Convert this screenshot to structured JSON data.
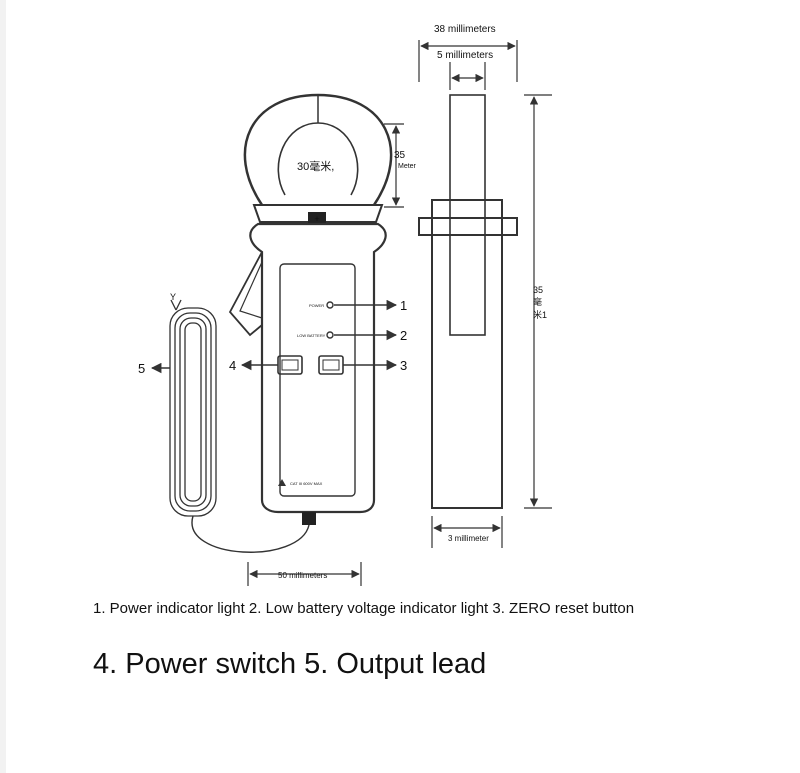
{
  "dimensions": {
    "top_width": "38 millimeters",
    "top_inner": "5 millimeters",
    "jaw_width": "30毫米,",
    "jaw_height_num": "35",
    "jaw_height_unit": "Meter",
    "side_height_num": "35",
    "side_height_cjk1": "毫",
    "side_height_cjk2": "米1",
    "bottom_thickness": "3 millimeter",
    "bottom_thickness_num": "3",
    "base_width": "50 millimeters"
  },
  "callouts": {
    "c1": "1",
    "c2": "2",
    "c3": "3",
    "c4": "4",
    "c5": "5",
    "lead_top": "Y"
  },
  "captions": {
    "line1": "1. Power indicator light 2. Low battery voltage indicator light 3. ZERO reset button",
    "line2": "4. Power switch 5. Output lead"
  }
}
